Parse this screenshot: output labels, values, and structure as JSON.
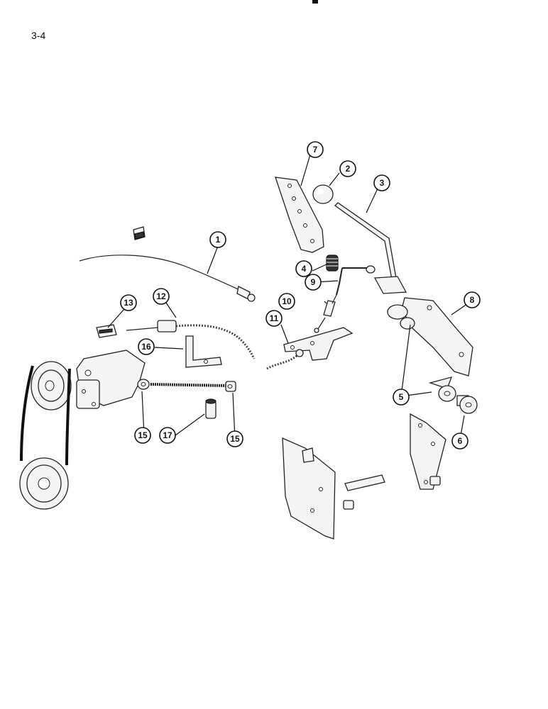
{
  "page": {
    "number": "3-4"
  },
  "callouts": [
    "1",
    "2",
    "3",
    "4",
    "5",
    "6",
    "7",
    "8",
    "9",
    "10",
    "11",
    "12",
    "13",
    "15",
    "15",
    "16",
    "17"
  ],
  "parts": {
    "throttle_cable": "cable",
    "knob": "knob",
    "lever": "lever",
    "spring": "spring",
    "bushing": "bushing",
    "pivot_washer": "washer",
    "upper_plate": "plate",
    "pivot_bracket": "bracket",
    "link_rod": "rod",
    "turnbuckle": "turnbuckle",
    "link_bracket": "bracket",
    "drive_cable": "cable",
    "clevis": "clevis",
    "rod_end": "rod-end",
    "mount_bracket": "bracket",
    "spacer": "spacer",
    "pulley": "pulley",
    "belt": "belt"
  }
}
